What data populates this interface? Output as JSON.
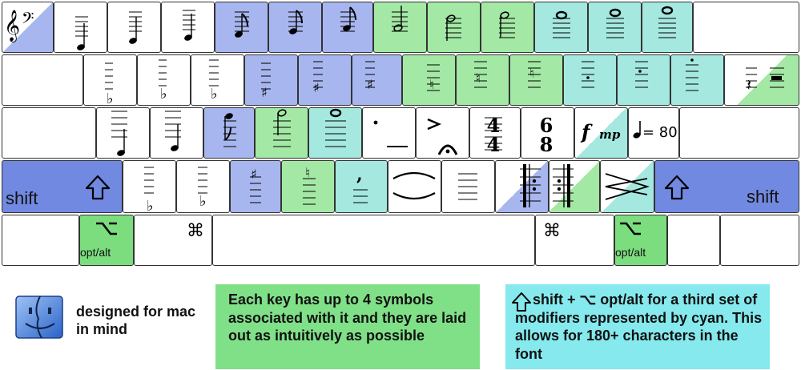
{
  "colors": {
    "blue": "#a7b6ee",
    "green": "#a3e8a4",
    "cyan": "#a4e8e0",
    "shift_key": "#7189e0",
    "opt_key": "#7cdd7e"
  },
  "keys": {
    "shift_label": "shift",
    "opt_label": "opt/alt",
    "tempo_label": "= 80",
    "dynamic_f": "f",
    "dynamic_mp": "mp",
    "time_sig_44_top": "4",
    "time_sig_44_bottom": "4",
    "time_sig_68_top": "6",
    "time_sig_68_bottom": "8"
  },
  "icons": {
    "clef_key": "treble-bass-clef-icon",
    "shift_arrow": "shift-arrow-icon",
    "option_symbol": "option-key-icon",
    "command_symbol": "command-key-icon",
    "finder_logo": "mac-finder-icon"
  },
  "footer": {
    "mac_text": "designed for mac in mind",
    "box1_text": "Each key has up to 4 symbols associated with it and they are laid out as intuitively as possible",
    "box2_text": "shift + ⌥ opt/alt for a third set of modifiers represented by cyan. This allows for 180+ characters in the font"
  }
}
